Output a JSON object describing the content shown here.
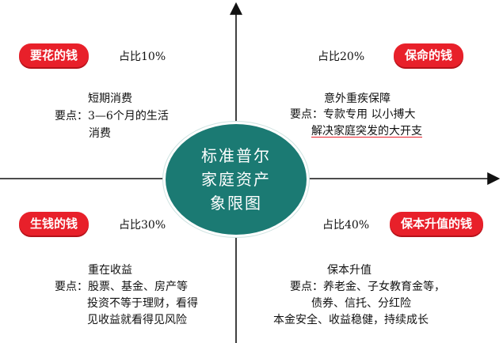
{
  "center": {
    "lines": [
      "标准普尔",
      "家庭资产",
      "象限图"
    ]
  },
  "quadrants": [
    {
      "id": "top-left",
      "label": "要花的钱",
      "ratio": "占比10%",
      "lines": [
        "短期消费",
        "要点：3—6个月的生活",
        "消费"
      ]
    },
    {
      "id": "top-right",
      "label": "保命的钱",
      "ratio": "占比20%",
      "lines": [
        "意外重疾保障",
        "要点：专款专用  以小搏大",
        "解决家庭突发的大开支"
      ]
    },
    {
      "id": "bottom-left",
      "label": "生钱的钱",
      "ratio": "占比30%",
      "lines": [
        "重在收益",
        "要点：股票、基金、房产等",
        "投资不等于理财，看得",
        "见收益就看得见风险"
      ]
    },
    {
      "id": "bottom-right",
      "label": "保本升值的钱",
      "ratio": "占比40%",
      "lines": [
        "保本升值",
        "要点：养老金、子女教育金等，",
        "债券、信托、分红险",
        "本金安全、收益稳健，持续成长"
      ]
    }
  ],
  "colors": {
    "pill": "#e8202a",
    "center": "#1b7a73",
    "axis": "#111111"
  }
}
